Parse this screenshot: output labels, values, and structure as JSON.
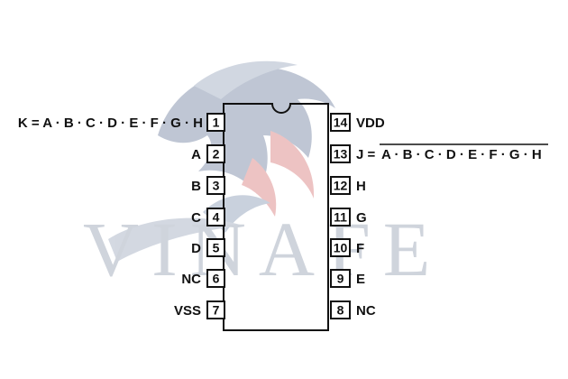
{
  "colors": {
    "ink": "#111111",
    "background": "#ffffff",
    "watermark_gray": "#c9cfd8",
    "watermark_blue": "#9aa6ba",
    "watermark_red": "#e4a5a5"
  },
  "watermark": {
    "text": "VINAFE",
    "icon": "horse-head-logo-icon"
  },
  "left_pins": [
    {
      "num": "1",
      "label": "K = A · B · C · D · E · F · G · H"
    },
    {
      "num": "2",
      "label": "A"
    },
    {
      "num": "3",
      "label": "B"
    },
    {
      "num": "4",
      "label": "C"
    },
    {
      "num": "5",
      "label": "D"
    },
    {
      "num": "6",
      "label": "NC"
    },
    {
      "num": "7",
      "label": "VSS"
    }
  ],
  "right_pins": [
    {
      "num": "14",
      "label": "VDD"
    },
    {
      "num": "13",
      "label": "J =",
      "overbar_label": "A · B · C · D · E · F · G · H"
    },
    {
      "num": "12",
      "label": "H"
    },
    {
      "num": "11",
      "label": "G"
    },
    {
      "num": "10",
      "label": "F"
    },
    {
      "num": "9",
      "label": "E"
    },
    {
      "num": "8",
      "label": "NC"
    }
  ]
}
